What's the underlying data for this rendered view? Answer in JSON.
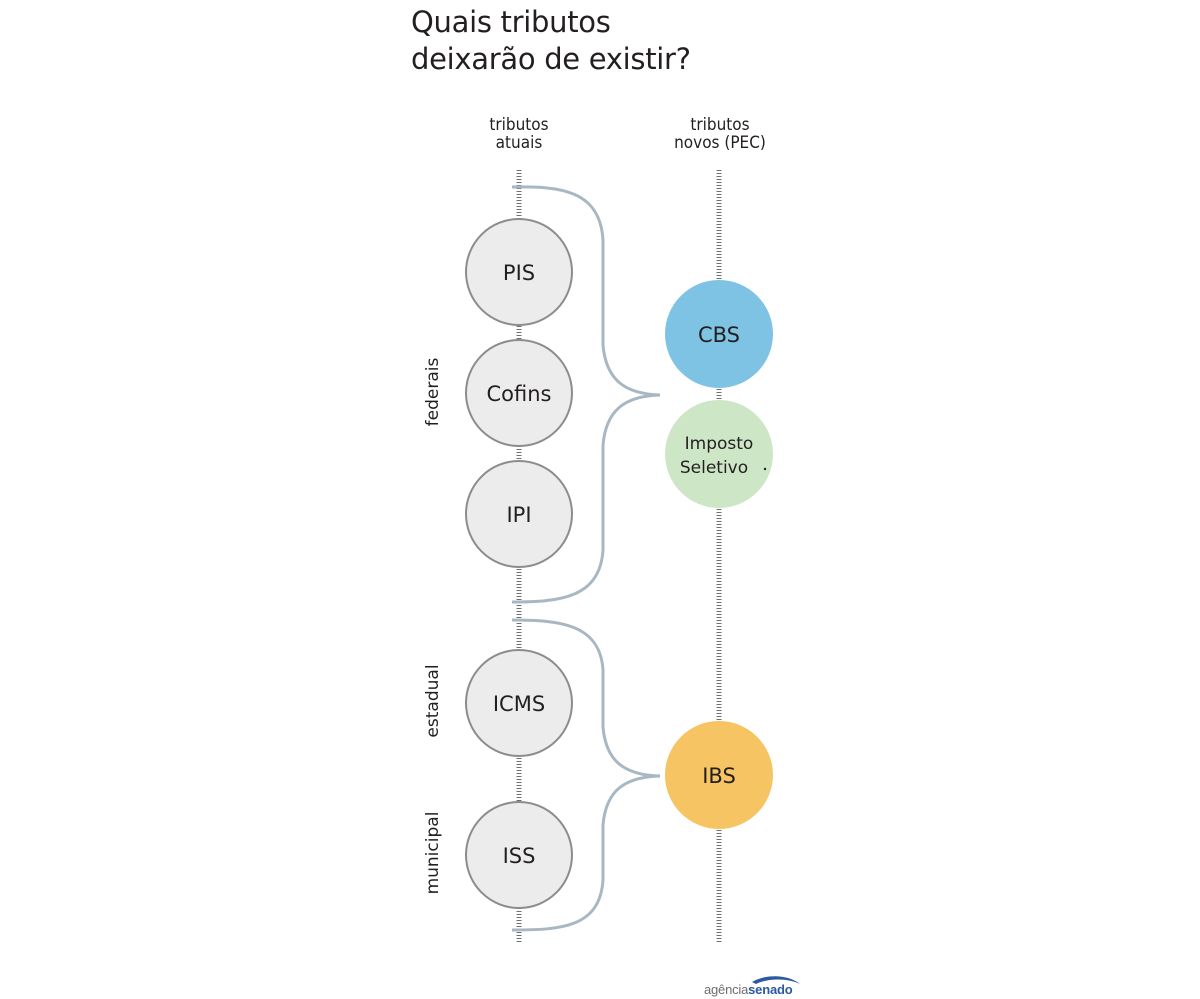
{
  "title": {
    "line1": "Quais tributos",
    "line2": "deixarão de existir?"
  },
  "columns": {
    "current": {
      "line1": "tributos",
      "line2": "atuais"
    },
    "new": {
      "line1": "tributos",
      "line2": "novos (PEC)"
    }
  },
  "groups": {
    "federal": "federais",
    "state": "estadual",
    "municipal": "municipal"
  },
  "current_taxes": [
    {
      "label": "PIS"
    },
    {
      "label": "Cofins"
    },
    {
      "label": "IPI"
    },
    {
      "label": "ICMS"
    },
    {
      "label": "ISS"
    }
  ],
  "new_taxes": [
    {
      "label": "CBS",
      "color": "#7ec3e3"
    },
    {
      "label_line1": "Imposto",
      "label_line2": "Seletivo",
      "color": "#cde6c6"
    },
    {
      "label": "IBS",
      "color": "#f6c463"
    }
  ],
  "colors": {
    "gray_circle": "#ececec",
    "gray_stroke": "#8c8c8c",
    "bracket": "#a8b8c2",
    "dotted_line": "#6f6f6f",
    "text": "#231f20"
  },
  "logo": {
    "part1": "agência",
    "part2": "senado"
  }
}
